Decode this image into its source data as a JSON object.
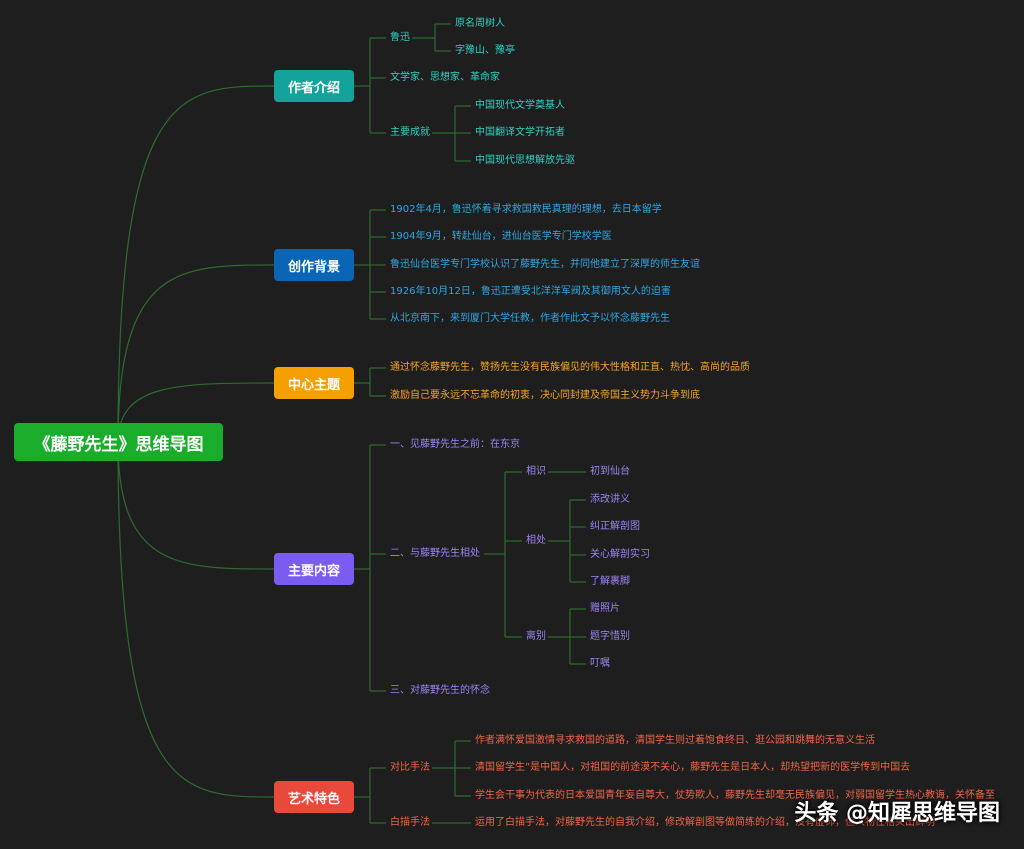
{
  "root": "《藤野先生》思维导图",
  "colors": {
    "root": "#1aac2b",
    "line": "#2f6b2f",
    "author": "#13a39a",
    "background": "#0a66b5",
    "theme": "#f5a000",
    "content": "#7b5cf0",
    "art": "#e8493a"
  },
  "branches": {
    "author": {
      "label": "作者介绍",
      "luxun": "鲁迅",
      "luxun_items": [
        "原名周树人",
        "字豫山、豫亭"
      ],
      "identity": "文学家、思想家、革命家",
      "achievement": "主要成就",
      "achievement_items": [
        "中国现代文学奠基人",
        "中国翻译文学开拓者",
        "中国现代思想解放先驱"
      ]
    },
    "background": {
      "label": "创作背景",
      "items": [
        "1902年4月，鲁迅怀着寻求救国救民真理的理想，去日本留学",
        "1904年9月，转赴仙台，进仙台医学专门学校学医",
        "鲁迅仙台医学专门学校认识了藤野先生，并同他建立了深厚的师生友谊",
        "1926年10月12日，鲁迅正遭受北洋洋军阀及其御用文人的迫害",
        "从北京南下，来到厦门大学任教，作者作此文予以怀念藤野先生"
      ]
    },
    "theme": {
      "label": "中心主题",
      "items": [
        "通过怀念藤野先生，赞扬先生没有民族偏见的伟大性格和正直、热忱、高尚的品质",
        "激励自己要永远不忘革命的初衷，决心同封建及帝国主义势力斗争到底"
      ]
    },
    "content": {
      "label": "主要内容",
      "part1": "一、见藤野先生之前：在东京",
      "part2": "二、与藤野先生相处",
      "part3": "三、对藤野先生的怀念",
      "meet": "相识",
      "meet_items": [
        "初到仙台"
      ],
      "together": "相处",
      "together_items": [
        "添改讲义",
        "纠正解剖图",
        "关心解剖实习",
        "了解裹脚"
      ],
      "part": "离别",
      "part_items": [
        "赠照片",
        "题字惜别",
        "叮嘱"
      ]
    },
    "art": {
      "label": "艺术特色",
      "contrast": "对比手法",
      "contrast_items": [
        "作者满怀爱国激情寻求救国的道路，清国学生则过着饱食终日、逛公园和跳舞的无意义生活",
        "清国留学生”是中国人，对祖国的前途漠不关心，藤野先生是日本人，却热望把新的医学传到中国去",
        "学生会干事为代表的日本爱国青年妄自尊大，仗势欺人，藤野先生却毫无民族偏见，对弱国留学生热心教诲，关怀备至"
      ],
      "sketch": "白描手法",
      "sketch_items": [
        "运用了白描手法，对藤野先生的自我介绍，修改解剖图等做简练的介绍，没有虚饰，但人物性格突出鲜明"
      ]
    }
  },
  "watermark": "头条 @知犀思维导图"
}
